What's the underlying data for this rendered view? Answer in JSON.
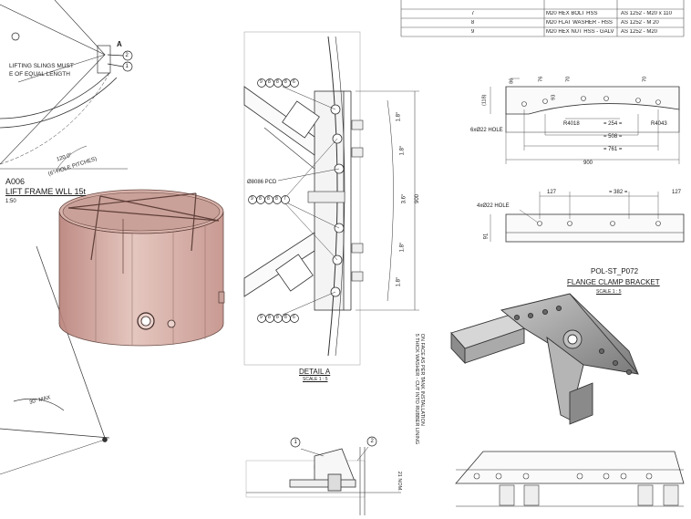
{
  "bom": {
    "rows": [
      {
        "item": "7",
        "desc": "M20 HEX BOLT HSS",
        "spec": "AS 1252 - M20 x 110"
      },
      {
        "item": "8",
        "desc": "M20 FLAT WASHER - HSS",
        "spec": "AS 1252 - M 20"
      },
      {
        "item": "9",
        "desc": "M20 HEX NUT HSS - GALV",
        "spec": "AS 1252 - M20"
      }
    ]
  },
  "lift_view": {
    "note_line1": "LIFTING SLINGS MUST",
    "note_line2": "E OF EQUAL LENGTH",
    "detail_callout": "A",
    "balloon_1": "1",
    "balloon_2": "2",
    "hole_pitch_angle": "120.0°",
    "hole_pitch_note": "(6° HOLE PITCHES)",
    "sling_angle": "30° MAX"
  },
  "frame_title": {
    "line1": "A006",
    "line2": "LIFT FRAME WLL 15t",
    "scale": "1:50"
  },
  "detail_a": {
    "title": "DETAIL A",
    "scale": "SCALE 1 : 5",
    "pcd_label": "Ø8086 PCD",
    "balloons": [
      "9",
      "8",
      "8",
      "8",
      "6",
      "9",
      "8",
      "8",
      "8",
      "7",
      "9",
      "8",
      "8",
      "8",
      "6"
    ],
    "angles": [
      "1.8°",
      "1.8°",
      "3.6°",
      "1.8°",
      "1.8°"
    ],
    "overall_dim": "900"
  },
  "bracket": {
    "title": "POL-ST_P072",
    "subtitle": "FLANGE CLAMP BRACKET",
    "scale": "SCALE 1 : 5",
    "dim_86": "86",
    "dim_76": "76",
    "dim_70a": "70",
    "dim_70b": "70",
    "dim_93": "93",
    "dim_118": "(118)",
    "hole_note_top": "6xØ22 HOLE",
    "r_left": "R4018",
    "r_right": "R4043",
    "dim_254": "= 254 =",
    "dim_508": "= 508 =",
    "dim_761": "= 761 =",
    "dim_900": "900",
    "hole_note_bottom": "4xØ22 HOLE",
    "dim_127a": "127",
    "dim_382": "= 382 =",
    "dim_127b": "127",
    "dim_91": "91"
  },
  "install_note": {
    "line1": "5 THICK WASHER - CUT INTO RUBBER LINING",
    "line2": "ON FACE AS PER TANK INSTALLATION",
    "dim": "21 NOM.",
    "balloon_1": "1",
    "balloon_2": "2"
  }
}
